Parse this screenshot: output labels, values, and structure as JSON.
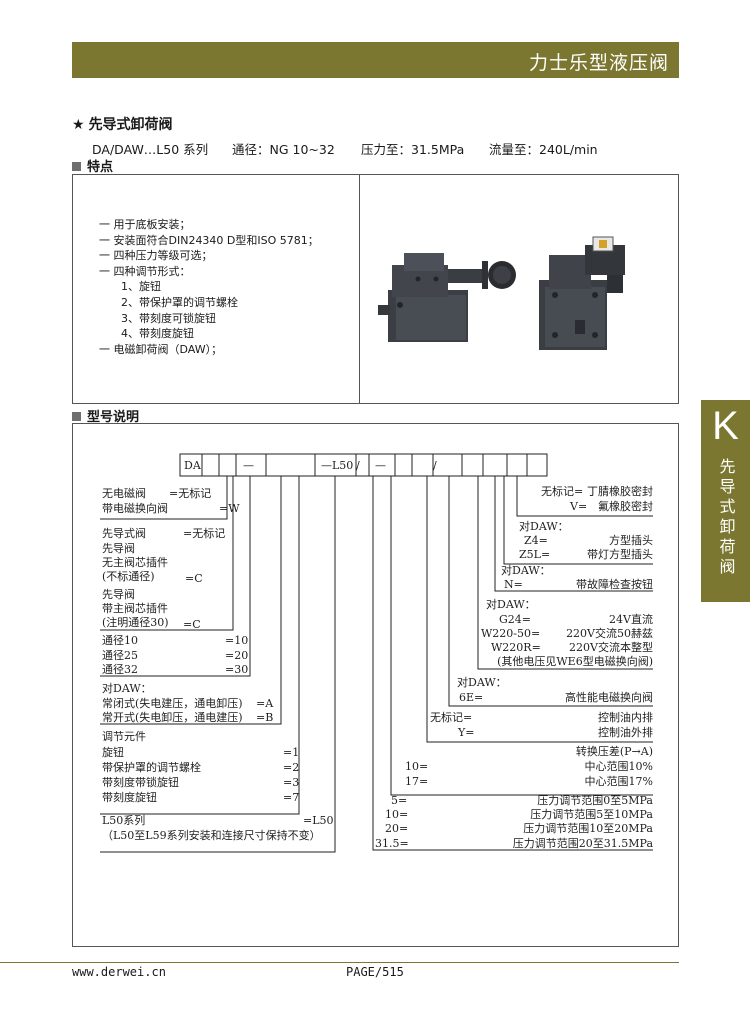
{
  "header": {
    "title": "力士乐型液压阀"
  },
  "side_tab": {
    "letter": "K",
    "text": "先导式卸荷阀"
  },
  "product": {
    "star": "★",
    "title": "先导式卸荷阀",
    "series": "DA/DAW…L50 系列",
    "size": "通径：NG 10~32",
    "pressure": "压力至：31.5MPa",
    "flow": "流量至：240L/min"
  },
  "sections": {
    "features": "特点",
    "model": "型号说明"
  },
  "features": [
    "一 用于底板安装；",
    "一 安装面符合DIN24340 D型和ISO 5781；",
    "一 四种压力等级可选；",
    "一 四种调节形式：",
    "　　1、旋钮",
    "　　2、带保护罩的调节螺栓",
    "　　3、带刻度可锁旋钮",
    "　　4、带刻度旋钮",
    "一 电磁卸荷阀（DAW）；"
  ],
  "code": {
    "da": "DA",
    "dash1": "—",
    "l50": "—L50",
    "slash1": "/",
    "dash2": "—",
    "slash2": "/"
  },
  "left_labels": {
    "g1": {
      "l1": "无电磁阀",
      "v1": "=无标记",
      "l2": "带电磁换向阀",
      "v2": "=W"
    },
    "g2": {
      "l1": "先导式阀",
      "v1": "=无标记",
      "l2": "先导阀",
      "l3": "无主阀芯插件",
      "l4": "(不标通径)",
      "v4": "=C",
      "l5": "先导阀",
      "l6": "带主阀芯插件",
      "l7": "(注明通径30)",
      "v7": "=C"
    },
    "g3": {
      "l1": "通径10",
      "v1": "=10",
      "l2": "通径25",
      "v2": "=20",
      "l3": "通径32",
      "v3": "=30"
    },
    "g4": {
      "l1": "对DAW：",
      "l2": "常闭式(失电建压，通电卸压)",
      "v2": "=A",
      "l3": "常开式(失电卸压，通电建压)",
      "v3": "=B"
    },
    "g5": {
      "l1": "调节元件",
      "l2": "旋钮",
      "v2": "=1",
      "l3": "带保护罩的调节螺栓",
      "v3": "=2",
      "l4": "带刻度带锁旋钮",
      "v4": "=3",
      "l5": "带刻度旋钮",
      "v5": "=7"
    },
    "g6": {
      "l1": "L50系列",
      "v1": "=L50",
      "l2": "（L50至L59系列安装和连接尺寸保持不变）"
    }
  },
  "right_labels": {
    "r1": {
      "k1": "无标记=",
      "v1": "丁腈橡胶密封",
      "k2": "V=",
      "v2": "氟橡胶密封"
    },
    "r2": {
      "h": "对DAW：",
      "k1": "Z4=",
      "v1": "方型插头",
      "k2": "Z5L=",
      "v2": "带灯方型插头"
    },
    "r3": {
      "h": "对DAW：",
      "k1": "N=",
      "v1": "带故障检查按钮"
    },
    "r4": {
      "h": "对DAW：",
      "k1": "G24=",
      "v1": "24V直流",
      "k2": "W220-50=",
      "v2": "220V交流50赫兹",
      "k3": "W220R=",
      "v3": "220V交流本整型",
      "note": "(其他电压见WE6型电磁换向阀)"
    },
    "r5": {
      "h": "对DAW：",
      "k1": "6E=",
      "v1": "高性能电磁换向阀"
    },
    "r6": {
      "k1": "无标记=",
      "v1": "控制油内排",
      "k2": "Y=",
      "v2": "控制油外排"
    },
    "r7": {
      "h": "转换压差(P→A)",
      "k1": "10=",
      "v1": "中心范围10%",
      "k2": "17=",
      "v2": "中心范围17%"
    },
    "r8": {
      "k1": "5=",
      "v1": "压力调节范围0至5MPa",
      "k2": "10=",
      "v2": "压力调节范围5至10MPa",
      "k3": "20=",
      "v3": "压力调节范围10至20MPa",
      "k4": "31.5=",
      "v4": "压力调节范围20至31.5MPa"
    }
  },
  "footer": {
    "url": "www.derwei.cn",
    "page": "PAGE/515"
  },
  "colors": {
    "accent": "#7b7730",
    "frame": "#555555",
    "product": "#3a3d42"
  }
}
